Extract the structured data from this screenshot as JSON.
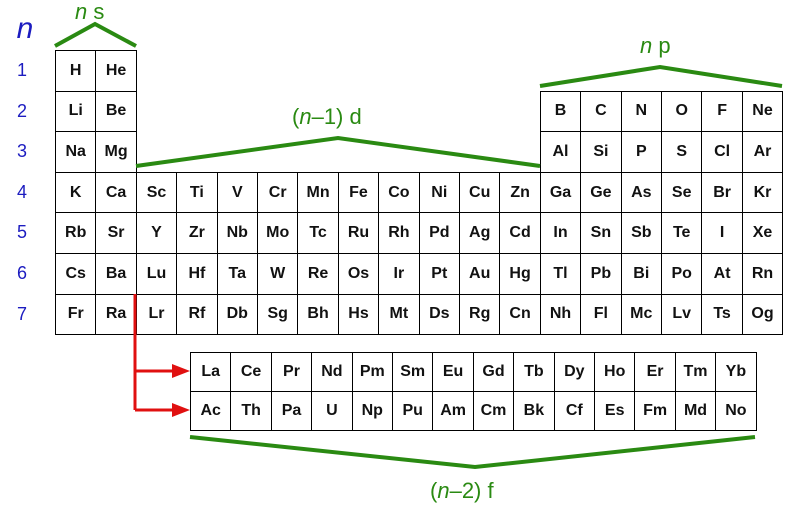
{
  "header": {
    "n_symbol": "n"
  },
  "periods": [
    "1",
    "2",
    "3",
    "4",
    "5",
    "6",
    "7"
  ],
  "blocks": {
    "s": {
      "var": "n",
      "suffix": " s"
    },
    "p": {
      "var": "n",
      "suffix": " p"
    },
    "d": {
      "pre": "(",
      "var": "n",
      "suffix": "–1) d"
    },
    "f": {
      "pre": "(",
      "var": "n",
      "suffix": "–2) f"
    }
  },
  "main_table": [
    [
      "H",
      "He",
      "",
      "",
      "",
      "",
      "",
      "",
      "",
      "",
      "",
      "",
      "",
      "",
      "",
      "",
      "",
      ""
    ],
    [
      "Li",
      "Be",
      "",
      "",
      "",
      "",
      "",
      "",
      "",
      "",
      "",
      "",
      "B",
      "C",
      "N",
      "O",
      "F",
      "Ne"
    ],
    [
      "Na",
      "Mg",
      "",
      "",
      "",
      "",
      "",
      "",
      "",
      "",
      "",
      "",
      "Al",
      "Si",
      "P",
      "S",
      "Cl",
      "Ar"
    ],
    [
      "K",
      "Ca",
      "Sc",
      "Ti",
      "V",
      "Cr",
      "Mn",
      "Fe",
      "Co",
      "Ni",
      "Cu",
      "Zn",
      "Ga",
      "Ge",
      "As",
      "Se",
      "Br",
      "Kr"
    ],
    [
      "Rb",
      "Sr",
      "Y",
      "Zr",
      "Nb",
      "Mo",
      "Tc",
      "Ru",
      "Rh",
      "Pd",
      "Ag",
      "Cd",
      "In",
      "Sn",
      "Sb",
      "Te",
      "I",
      "Xe"
    ],
    [
      "Cs",
      "Ba",
      "Lu",
      "Hf",
      "Ta",
      "W",
      "Re",
      "Os",
      "Ir",
      "Pt",
      "Au",
      "Hg",
      "Tl",
      "Pb",
      "Bi",
      "Po",
      "At",
      "Rn"
    ],
    [
      "Fr",
      "Ra",
      "Lr",
      "Rf",
      "Db",
      "Sg",
      "Bh",
      "Hs",
      "Mt",
      "Ds",
      "Rg",
      "Cn",
      "Nh",
      "Fl",
      "Mc",
      "Lv",
      "Ts",
      "Og"
    ]
  ],
  "f_block": [
    [
      "La",
      "Ce",
      "Pr",
      "Nd",
      "Pm",
      "Sm",
      "Eu",
      "Gd",
      "Tb",
      "Dy",
      "Ho",
      "Er",
      "Tm",
      "Yb"
    ],
    [
      "Ac",
      "Th",
      "Pa",
      "U",
      "Np",
      "Pu",
      "Am",
      "Cm",
      "Bk",
      "Cf",
      "Es",
      "Fm",
      "Md",
      "No"
    ]
  ],
  "colors": {
    "bracket": "#2a8a12",
    "arrow": "#e01010",
    "period_number": "#1c1cc0"
  }
}
